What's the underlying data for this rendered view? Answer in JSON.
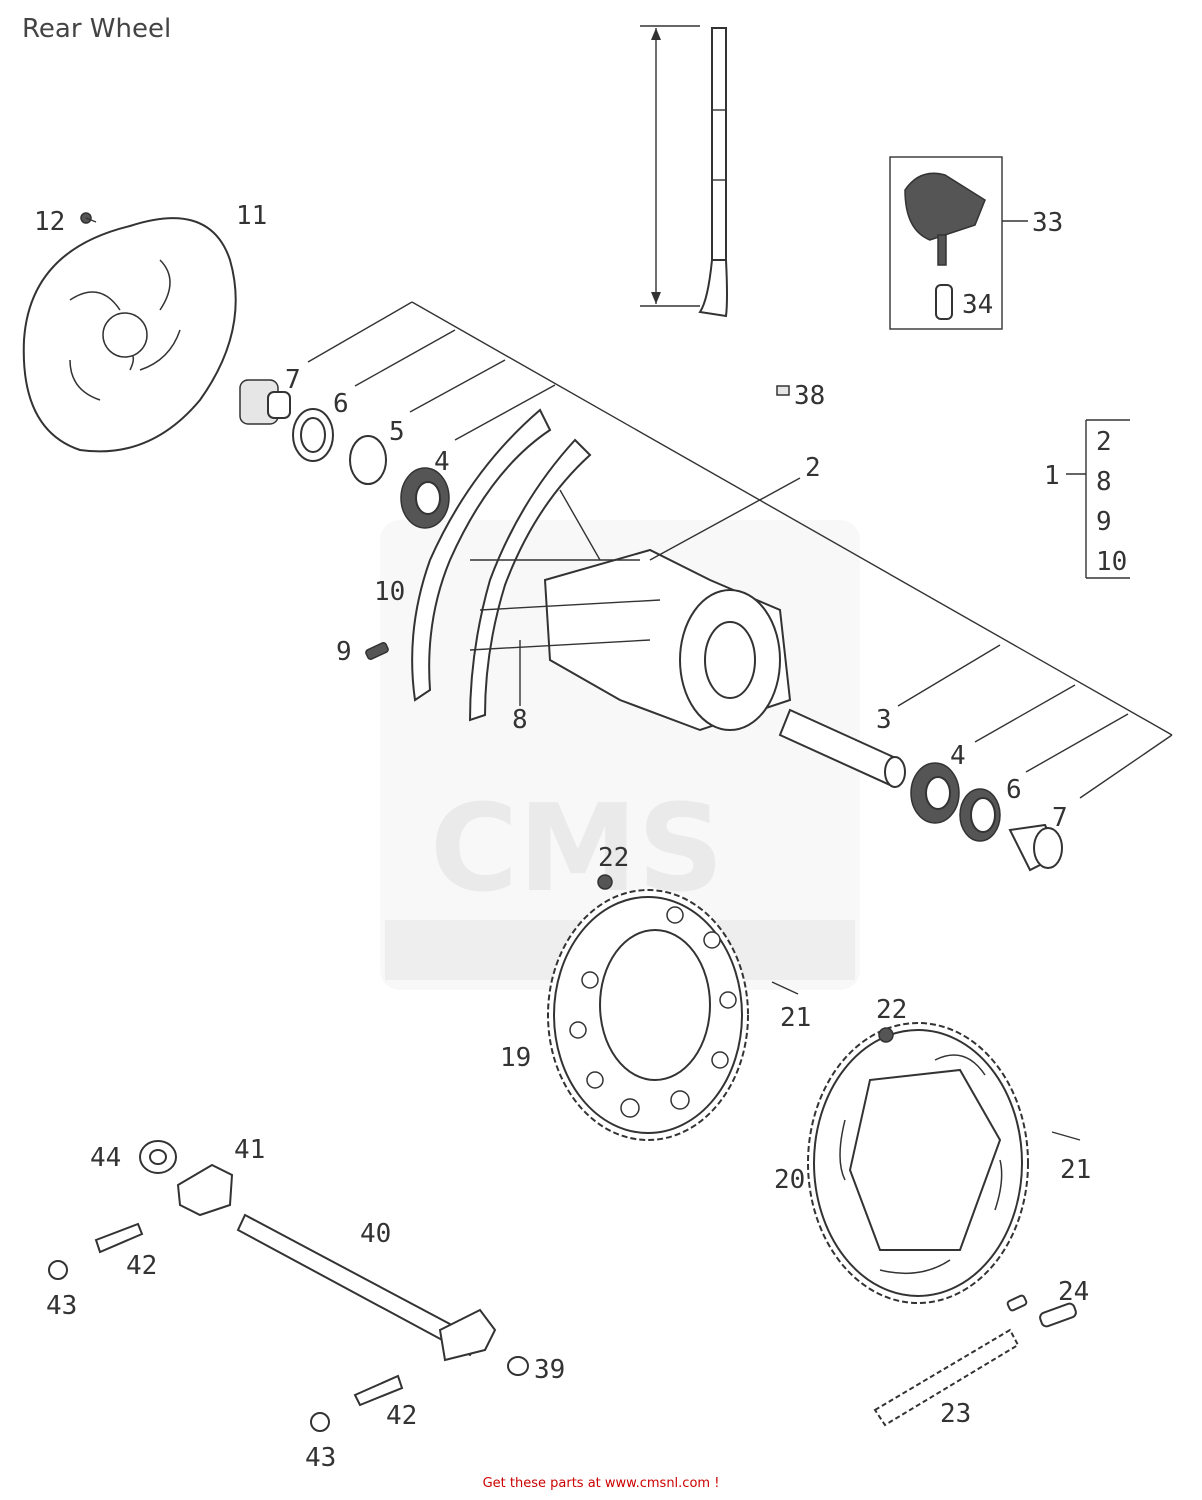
{
  "title": "Rear Wheel",
  "footer": "Get these parts at www.cmsnl.com !",
  "watermark": "CMS",
  "colors": {
    "line": "#333333",
    "footer": "#cc0000",
    "watermark": "#d9d9d9"
  },
  "callouts": [
    "12",
    "11",
    "7",
    "6",
    "5",
    "4",
    "2",
    "10",
    "9",
    "8",
    "3",
    "4",
    "6",
    "7",
    "38",
    "33",
    "34",
    "1",
    "2",
    "8",
    "9",
    "10",
    "22",
    "21",
    "19",
    "22",
    "20",
    "21",
    "44",
    "41",
    "40",
    "42",
    "43",
    "39",
    "42",
    "43",
    "24",
    "23"
  ]
}
